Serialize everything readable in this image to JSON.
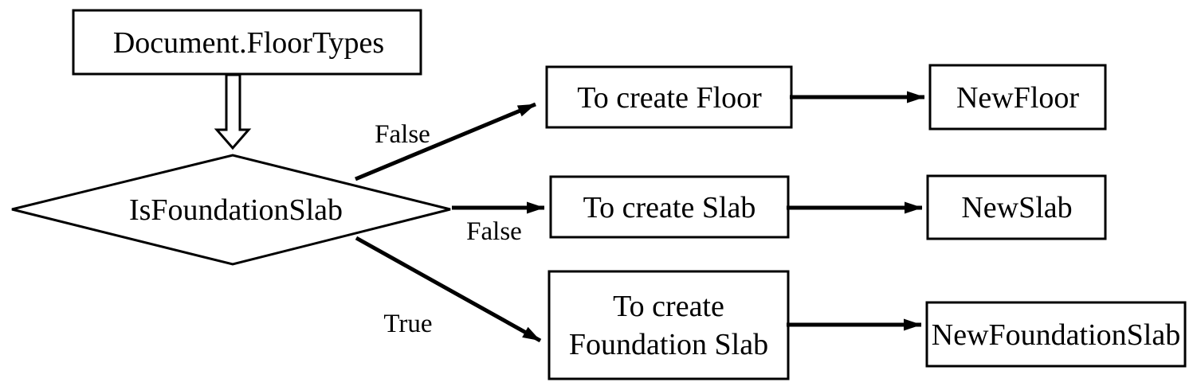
{
  "diagram": {
    "type": "flowchart",
    "background_color": "#ffffff",
    "line_color": "#000000",
    "node_fill_color": "#ffffff",
    "nodes": {
      "start": {
        "shape": "rectangle",
        "label": "Document.FloorTypes"
      },
      "decision": {
        "shape": "diamond",
        "label": "IsFoundationSlab"
      },
      "create_floor": {
        "shape": "rectangle",
        "label": "To create Floor"
      },
      "create_slab": {
        "shape": "rectangle",
        "label": "To create Slab"
      },
      "create_foundation_slab": {
        "shape": "rectangle",
        "label_line1": "To create",
        "label_line2": "Foundation Slab"
      },
      "new_floor": {
        "shape": "rectangle",
        "label": "NewFloor"
      },
      "new_slab": {
        "shape": "rectangle",
        "label": "NewSlab"
      },
      "new_foundation_slab": {
        "shape": "rectangle",
        "label": "NewFoundationSlab"
      }
    },
    "edges": [
      {
        "from": "start",
        "to": "decision",
        "type": "hollow-arrow",
        "label": ""
      },
      {
        "from": "decision",
        "to": "create_floor",
        "type": "arrow",
        "label": "False"
      },
      {
        "from": "decision",
        "to": "create_slab",
        "type": "arrow",
        "label": "False"
      },
      {
        "from": "decision",
        "to": "create_foundation_slab",
        "type": "arrow",
        "label": "True"
      },
      {
        "from": "create_floor",
        "to": "new_floor",
        "type": "arrow",
        "label": ""
      },
      {
        "from": "create_slab",
        "to": "new_slab",
        "type": "arrow",
        "label": ""
      },
      {
        "from": "create_foundation_slab",
        "to": "new_foundation_slab",
        "type": "arrow",
        "label": ""
      }
    ]
  }
}
